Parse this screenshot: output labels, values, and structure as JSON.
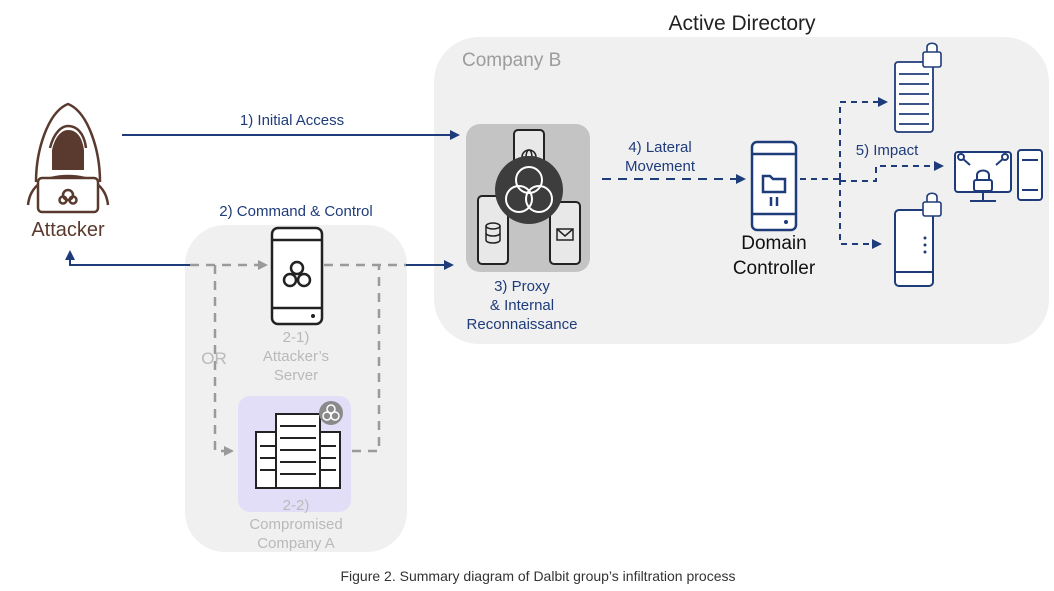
{
  "diagram": {
    "labels": {
      "active_directory": "Active Directory",
      "company_b": "Company B",
      "attacker": "Attacker",
      "step1": "1) Initial Access",
      "step2": "2) Command & Control",
      "step2_1_a": "2-1)",
      "step2_1_b": "Attacker’s",
      "step2_1_c": "Server",
      "or": "OR",
      "step2_2_a": "2-2)",
      "step2_2_b": "Compromised",
      "step2_2_c": "Company A",
      "step3_a": "3) Proxy",
      "step3_b": "& Internal",
      "step3_c": "Reconnaissance",
      "step4_a": "4) Lateral",
      "step4_b": "Movement",
      "dc_a": "Domain",
      "dc_b": "Controller",
      "step5": "5) Impact"
    },
    "caption": "Figure 2. Summary diagram of Dalbit group’s infiltration process",
    "colors": {
      "navy": "#1f3c7a",
      "brown": "#5a3a2e",
      "gray_dash": "#9a9a9a",
      "panel_gray": "#f0f0f0",
      "panel_purple": "#e3def7",
      "proxy_gray": "#c4c4c4",
      "light_text": "#b9b9b9",
      "company_b_text": "#9c9c9c"
    }
  }
}
